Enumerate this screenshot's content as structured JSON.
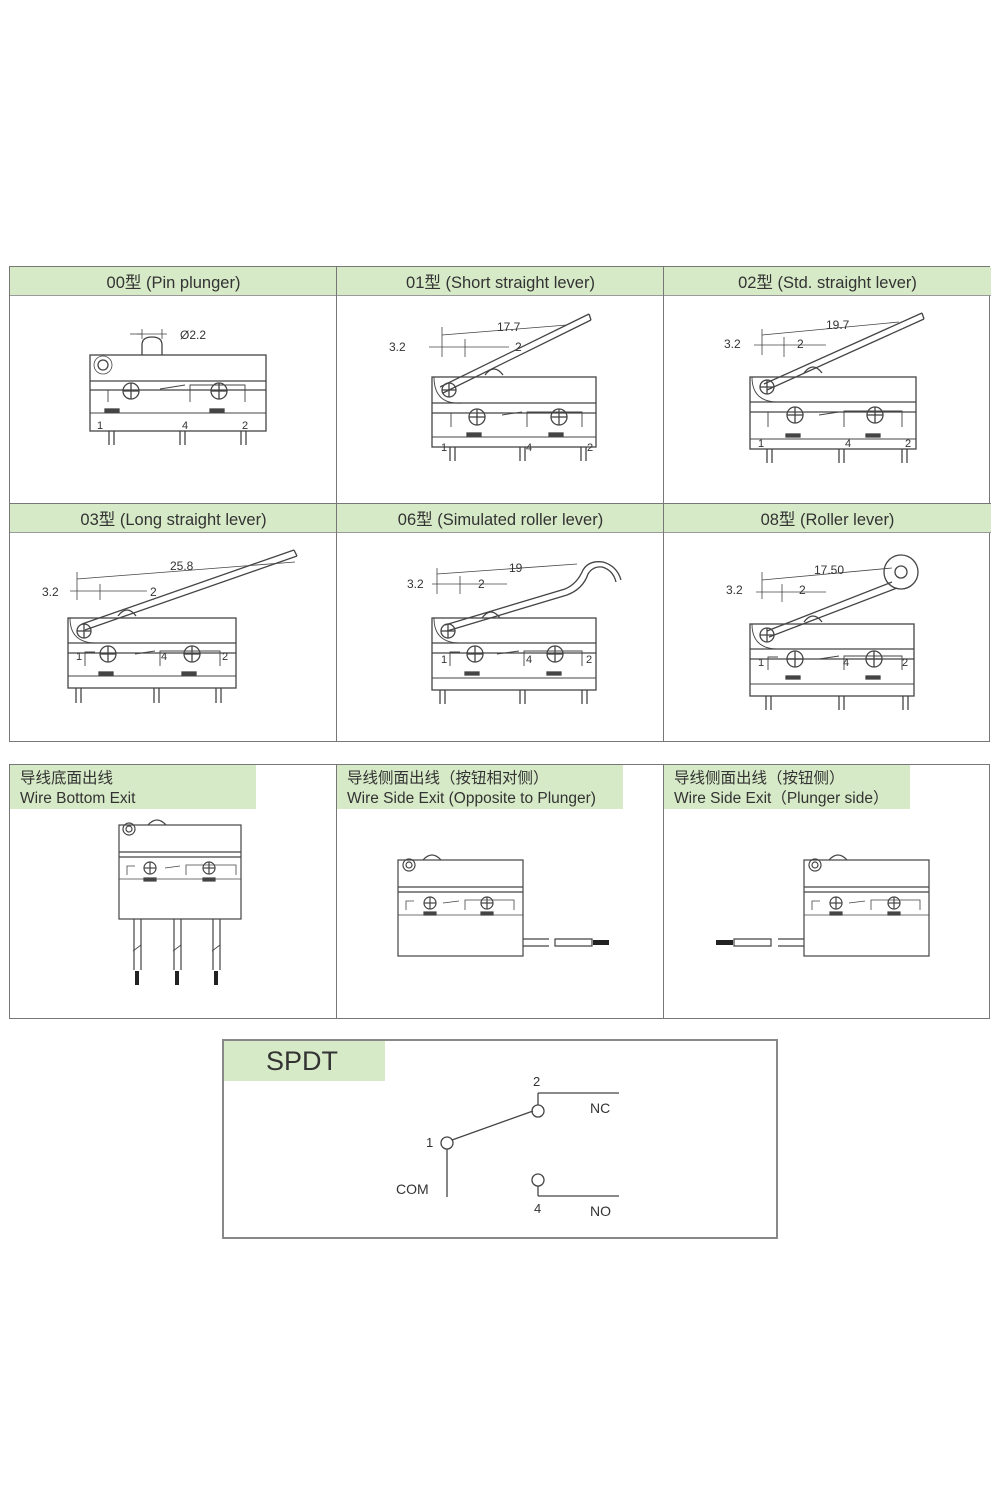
{
  "variants": [
    {
      "title": "00型 (Pin plunger)",
      "dims": [
        "Ø2.2"
      ],
      "pins": [
        "1",
        "4",
        "2"
      ]
    },
    {
      "title": "01型 (Short straight lever)",
      "dims": [
        "17.7",
        "3.2",
        "2"
      ],
      "pins": [
        "1",
        "4",
        "2"
      ]
    },
    {
      "title": "02型 (Std. straight lever)",
      "dims": [
        "19.7",
        "3.2",
        "2"
      ],
      "pins": [
        "1",
        "4",
        "2"
      ]
    },
    {
      "title": "03型 (Long straight lever)",
      "dims": [
        "25.8",
        "3.2",
        "2"
      ],
      "pins": [
        "1",
        "4",
        "2"
      ]
    },
    {
      "title": "06型 (Simulated roller lever)",
      "dims": [
        "19",
        "3.2",
        "2"
      ],
      "pins": [
        "1",
        "4",
        "2"
      ]
    },
    {
      "title": "08型 (Roller lever)",
      "dims": [
        "17.50",
        "3.2",
        "2"
      ],
      "pins": [
        "1",
        "4",
        "2"
      ]
    }
  ],
  "wire_exits": [
    {
      "title_cn": "导线底面出线",
      "title_en": "Wire Bottom Exit"
    },
    {
      "title_cn": "导线侧面出线（按钮相对侧）",
      "title_en": "Wire Side Exit (Opposite to Plunger)"
    },
    {
      "title_cn": "导线侧面出线（按钮侧）",
      "title_en": "Wire  Side Exit（Plunger side）"
    }
  ],
  "spdt": {
    "title": "SPDT",
    "pin_nc": "2",
    "label_nc": "NC",
    "pin_com": "1",
    "label_com": "COM",
    "pin_no": "4",
    "label_no": "NO"
  }
}
